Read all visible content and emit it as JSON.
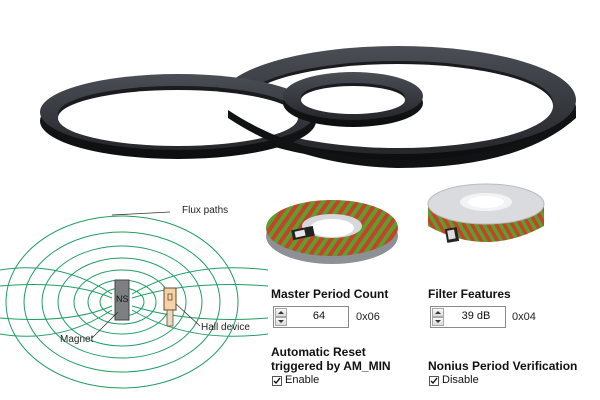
{
  "diagram": {
    "flux_label": "Flux paths",
    "magnet_label": "Magnet",
    "magnet_poles": "NS",
    "hall_label": "Hall device",
    "field_color": "#1f9e63"
  },
  "controls": {
    "master_period": {
      "title": "Master Period Count",
      "value": "64",
      "hex": "0x06"
    },
    "filter": {
      "title": "Filter Features",
      "value": "39 dB",
      "hex": "0x04"
    },
    "auto_reset": {
      "title_line1": "Automatic Reset",
      "title_line2": "triggered by AM_MIN",
      "checkbox_label": "Enable",
      "checked": true
    },
    "nonius": {
      "title": "Nonius Period Verification",
      "checkbox_label": "Disable",
      "checked": true
    }
  },
  "colors": {
    "ring_dark": "#2b2e33",
    "encoder_green": "#5aa02c",
    "encoder_red": "#c8412c"
  }
}
